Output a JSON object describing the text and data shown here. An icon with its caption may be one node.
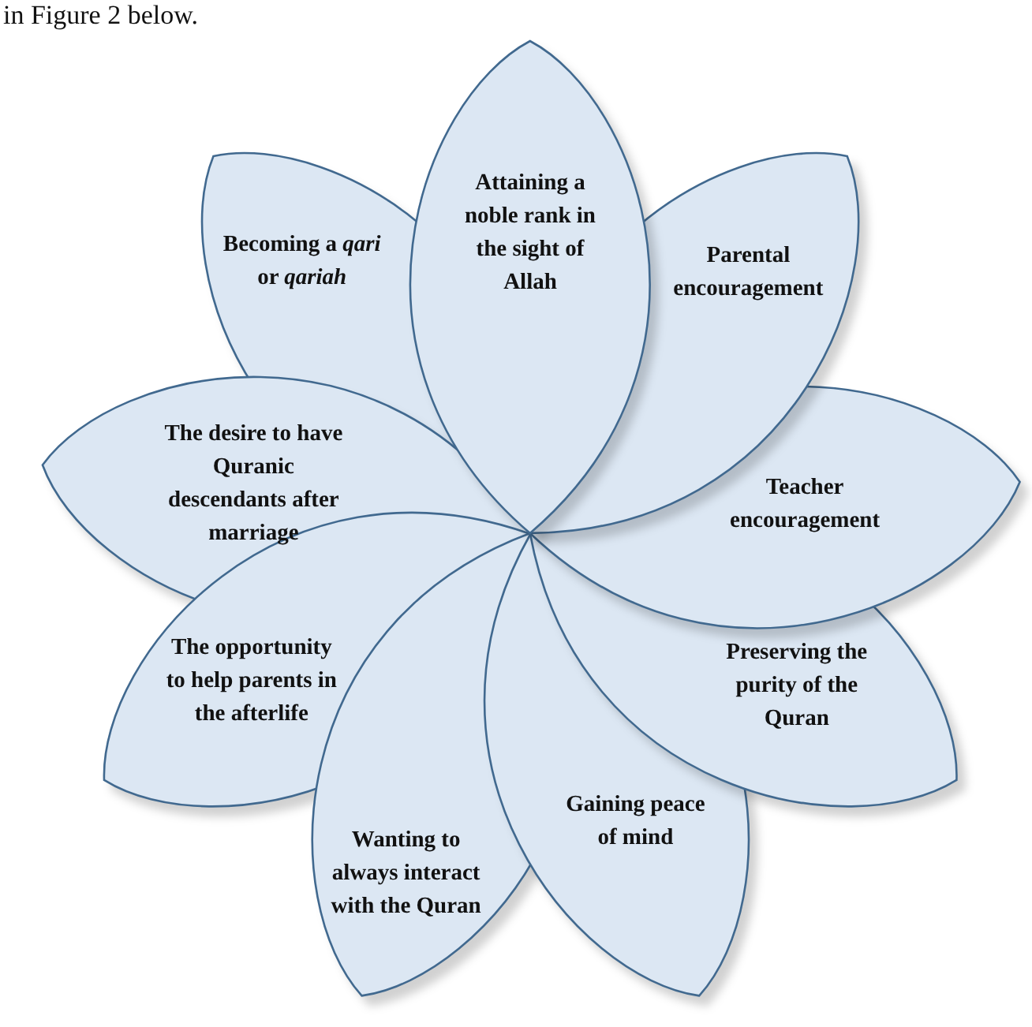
{
  "diagram": {
    "nodes": [
      {
        "text": [
          "Attaining a noble rank in the sight of Allah"
        ]
      },
      {
        "text": [
          "Becoming a *qari* or *qariah*"
        ]
      },
      {
        "text": [
          "Parental encouragement"
        ]
      },
      {
        "text": [
          "The desire to have Quranic descendants after marriage"
        ]
      },
      {
        "text": [
          "Teacher encouragement"
        ]
      },
      {
        "text": [
          "The opportunity to help parents in the afterlife"
        ]
      },
      {
        "text": [
          "Preserving the purity of the Quran"
        ]
      },
      {
        "text": [
          "Gaining peace of mind"
        ]
      },
      {
        "text": [
          "Wanting to always interact with the Quran"
        ]
      }
    ],
    "labels": [
      "in Figure 2 below."
    ]
  }
}
